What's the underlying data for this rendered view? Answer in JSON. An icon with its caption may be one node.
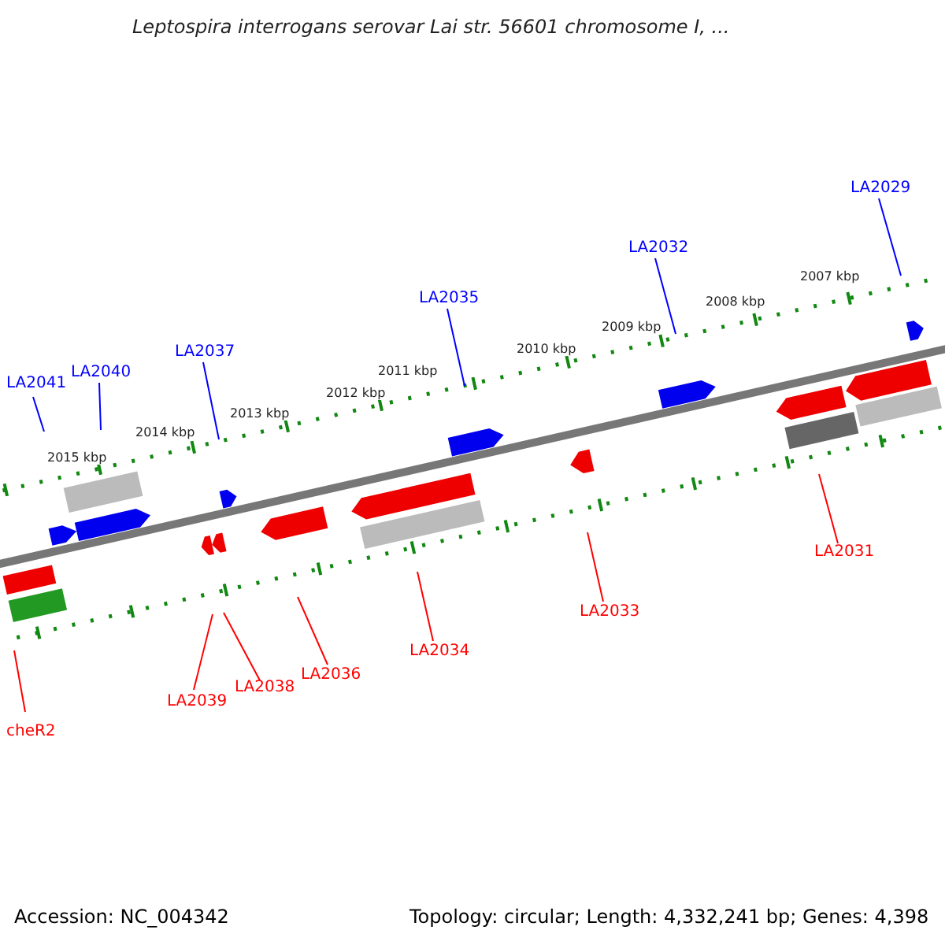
{
  "diagram": {
    "title": "Leptospira interrogans serovar Lai str. 56601 chromosome I, ...",
    "nodes": [
      {
        "text": [
          "LA2041"
        ]
      },
      {
        "text": [
          "LA2040"
        ]
      },
      {
        "text": [
          "LA2037"
        ]
      },
      {
        "text": [
          "LA2035"
        ]
      },
      {
        "text": [
          "LA2032"
        ]
      },
      {
        "text": [
          "LA2029"
        ]
      },
      {
        "text": [
          "cheR2"
        ]
      },
      {
        "text": [
          "LA2039"
        ]
      },
      {
        "text": [
          "LA2038"
        ]
      },
      {
        "text": [
          "LA2036"
        ]
      },
      {
        "text": [
          "LA2034"
        ]
      },
      {
        "text": [
          "LA2033"
        ]
      },
      {
        "text": [
          "LA2031"
        ]
      }
    ],
    "edges": [
      {
        "from": 0,
        "to": null,
        "arrow": "none",
        "color": "#0000ff"
      },
      {
        "from": 1,
        "to": null,
        "arrow": "none",
        "color": "#0000ff"
      },
      {
        "from": 2,
        "to": null,
        "arrow": "none",
        "color": "#0000ff"
      },
      {
        "from": 3,
        "to": null,
        "arrow": "none",
        "color": "#0000ff"
      },
      {
        "from": 4,
        "to": null,
        "arrow": "none",
        "color": "#0000ff"
      },
      {
        "from": 5,
        "to": null,
        "arrow": "none",
        "color": "#0000ff"
      },
      {
        "from": 6,
        "to": null,
        "arrow": "none"
      },
      {
        "from": 7,
        "to": null,
        "arrow": "none"
      },
      {
        "from": 8,
        "to": null,
        "arrow": "none"
      },
      {
        "from": 9,
        "to": null,
        "arrow": "none"
      },
      {
        "from": 10,
        "to": null,
        "arrow": "none"
      },
      {
        "from": 11,
        "to": null,
        "arrow": "none"
      },
      {
        "from": 12,
        "to": null,
        "arrow": "none"
      }
    ],
    "labels": [
      "2015 kbp",
      "2014 kbp",
      "2013 kbp",
      "2012 kbp",
      "2011 kbp",
      "2010 kbp",
      "2009 kbp",
      "2008 kbp",
      "2007 kbp",
      "Accession: NC_004342",
      "Topology: circular; Length: 4,332,241 bp; Genes: 4,398"
    ]
  }
}
